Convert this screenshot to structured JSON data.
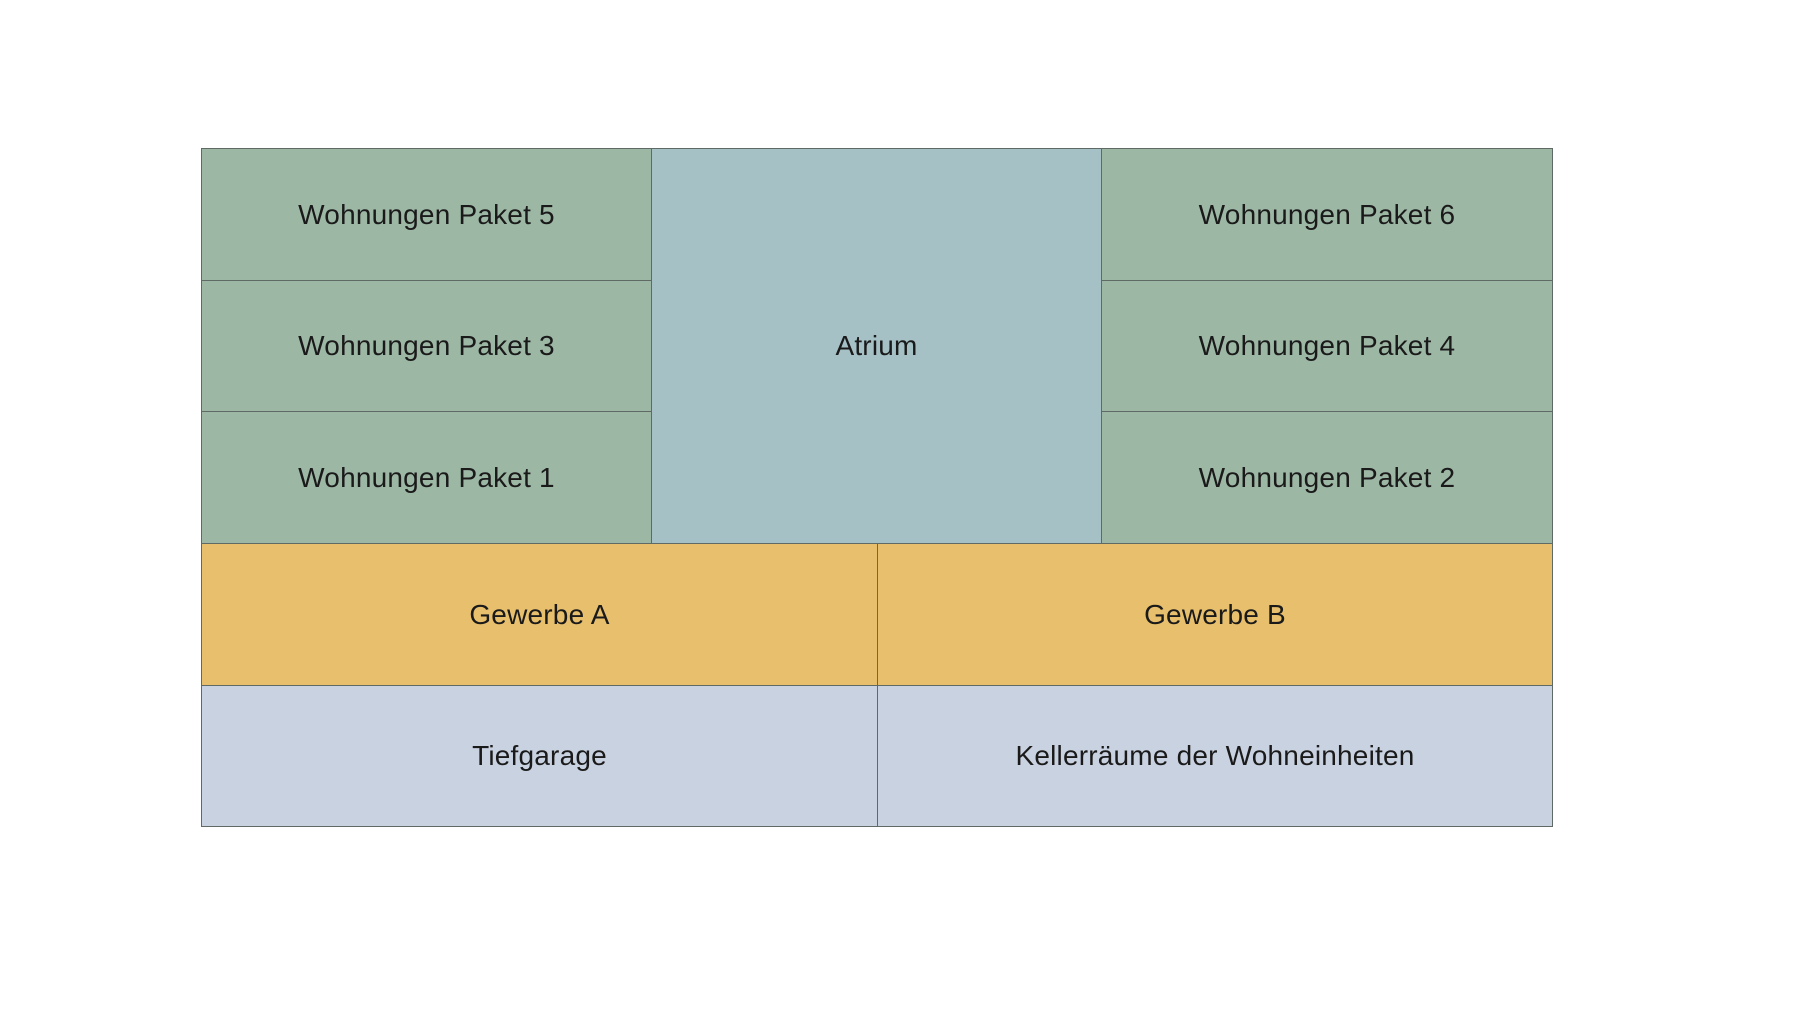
{
  "diagram": {
    "left_column": [
      {
        "label": "Wohnungen Paket 5"
      },
      {
        "label": "Wohnungen Paket 3"
      },
      {
        "label": "Wohnungen Paket 1"
      }
    ],
    "center": {
      "label": "Atrium"
    },
    "right_column": [
      {
        "label": "Wohnungen Paket 6"
      },
      {
        "label": "Wohnungen Paket 4"
      },
      {
        "label": "Wohnungen Paket 2"
      }
    ],
    "commercial_row": [
      {
        "label": "Gewerbe A"
      },
      {
        "label": "Gewerbe B"
      }
    ],
    "basement_row": [
      {
        "label": "Tiefgarage"
      },
      {
        "label": "Kellerräume der Wohneinheiten"
      }
    ]
  },
  "colors": {
    "residential": "#9db7a5",
    "atrium": "#a5c1c6",
    "commercial": "#e8bf6c",
    "basement": "#c9d2e1",
    "border": "#5f6a66"
  }
}
